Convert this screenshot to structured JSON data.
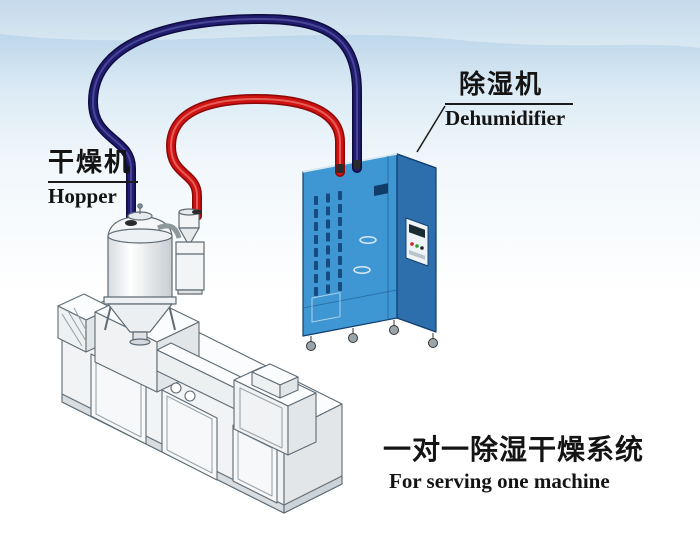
{
  "labels": {
    "hopper_cn": "干燥机",
    "hopper_en": "Hopper",
    "dehumidifier_cn": "除湿机",
    "dehumidifier_en": "Dehumidifier",
    "title_cn": "一对一除湿干燥系统",
    "title_en": "For serving one machine"
  },
  "colors": {
    "pipe_blue": "#201c6e",
    "pipe_blue_dark": "#0e0b3f",
    "pipe_blue_light": "#6b67b8",
    "pipe_red": "#cf1212",
    "pipe_red_dark": "#8c0808",
    "pipe_red_light": "#f59a8e",
    "cabinet_front": "#3e97d3",
    "cabinet_side": "#2d6fad",
    "cabinet_top": "#8ac2e6",
    "cabinet_edge": "#123e6e",
    "machine_line": "#5f6b74",
    "background_top": "#a6c6e1"
  }
}
